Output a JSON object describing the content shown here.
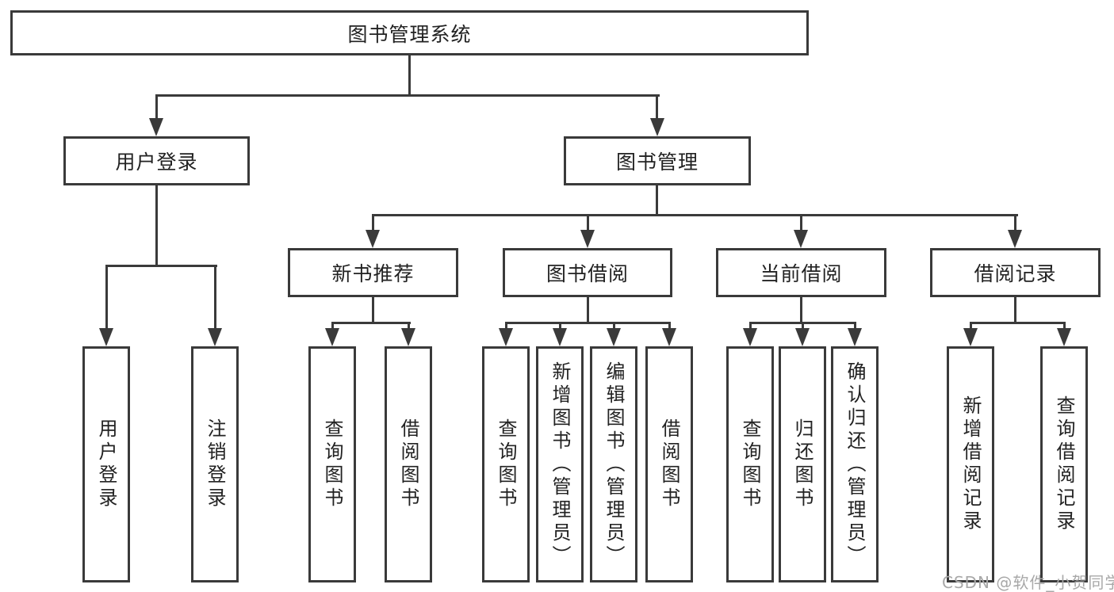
{
  "diagram": {
    "root": {
      "label": "图书管理系统"
    },
    "branches": [
      {
        "label": "用户登录",
        "children": [
          {
            "label": "用户登录"
          },
          {
            "label": "注销登录"
          }
        ]
      },
      {
        "label": "图书管理",
        "children": [
          {
            "label": "新书推荐",
            "children": [
              {
                "label": "查询图书"
              },
              {
                "label": "借阅图书"
              }
            ]
          },
          {
            "label": "图书借阅",
            "children": [
              {
                "label": "查询图书"
              },
              {
                "label": "新增图书（管理员）"
              },
              {
                "label": "编辑图书（管理员）"
              },
              {
                "label": "借阅图书"
              }
            ]
          },
          {
            "label": "当前借阅",
            "children": [
              {
                "label": "查询图书"
              },
              {
                "label": "归还图书"
              },
              {
                "label": "确认归还（管理员）"
              }
            ]
          },
          {
            "label": "借阅记录",
            "children": [
              {
                "label": "新增借阅记录"
              },
              {
                "label": "查询借阅记录"
              }
            ]
          }
        ]
      }
    ]
  },
  "watermark": {
    "text": "CSDN @软件_小贺同学"
  },
  "colors": {
    "line": "#3a3a3a",
    "text": "#222222",
    "watermark": "#a8a8a8",
    "background": "#ffffff"
  }
}
